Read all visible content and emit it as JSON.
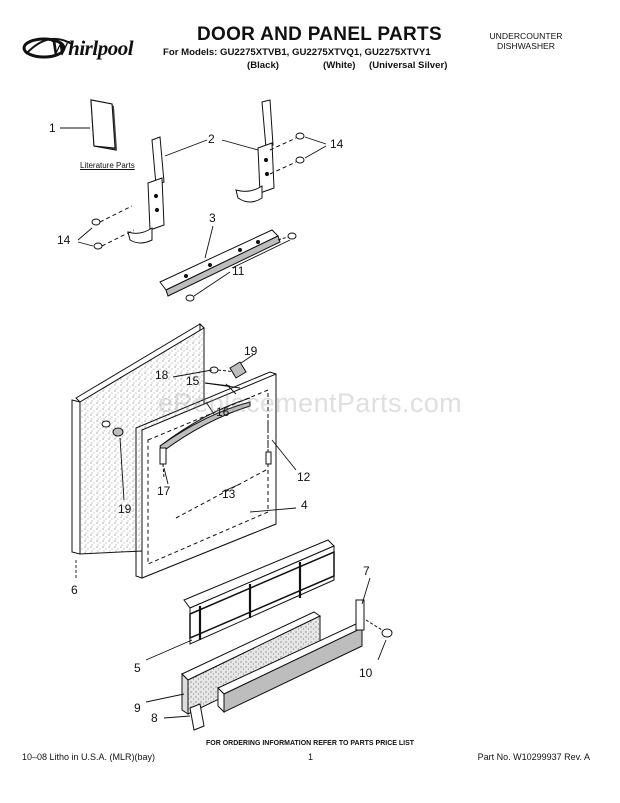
{
  "brand": "Whirlpool",
  "header": {
    "title": "DOOR AND PANEL PARTS",
    "models": "For Models: GU2275XTVB1, GU2275XTVQ1, GU2275XTVY1",
    "color_black": "(Black)",
    "color_white": "(White)",
    "color_silver": "(Universal Silver)",
    "category_line1": "UNDERCOUNTER",
    "category_line2": "DISHWASHER"
  },
  "literature_label": "Literature Parts",
  "callouts": {
    "c1": "1",
    "c2": "2",
    "c3": "3",
    "c4": "4",
    "c5": "5",
    "c6": "6",
    "c7": "7",
    "c8": "8",
    "c9": "9",
    "c10": "10",
    "c11": "11",
    "c12": "12",
    "c13": "13",
    "c14a": "14",
    "c14b": "14",
    "c15": "15",
    "c16": "16",
    "c17": "17",
    "c18": "18",
    "c19a": "19",
    "c19b": "19"
  },
  "watermark": "eReplacementParts.com",
  "footer": {
    "ordering": "FOR ORDERING INFORMATION REFER TO PARTS PRICE LIST",
    "litho": "10–08 Litho in U.S.A. (MLR)(bay)",
    "page": "1",
    "part_no": "Part No. W10299937 Rev. A"
  },
  "colors": {
    "ink": "#111111",
    "fill_gray": "#bdbdbd",
    "speckle": "#777777"
  }
}
